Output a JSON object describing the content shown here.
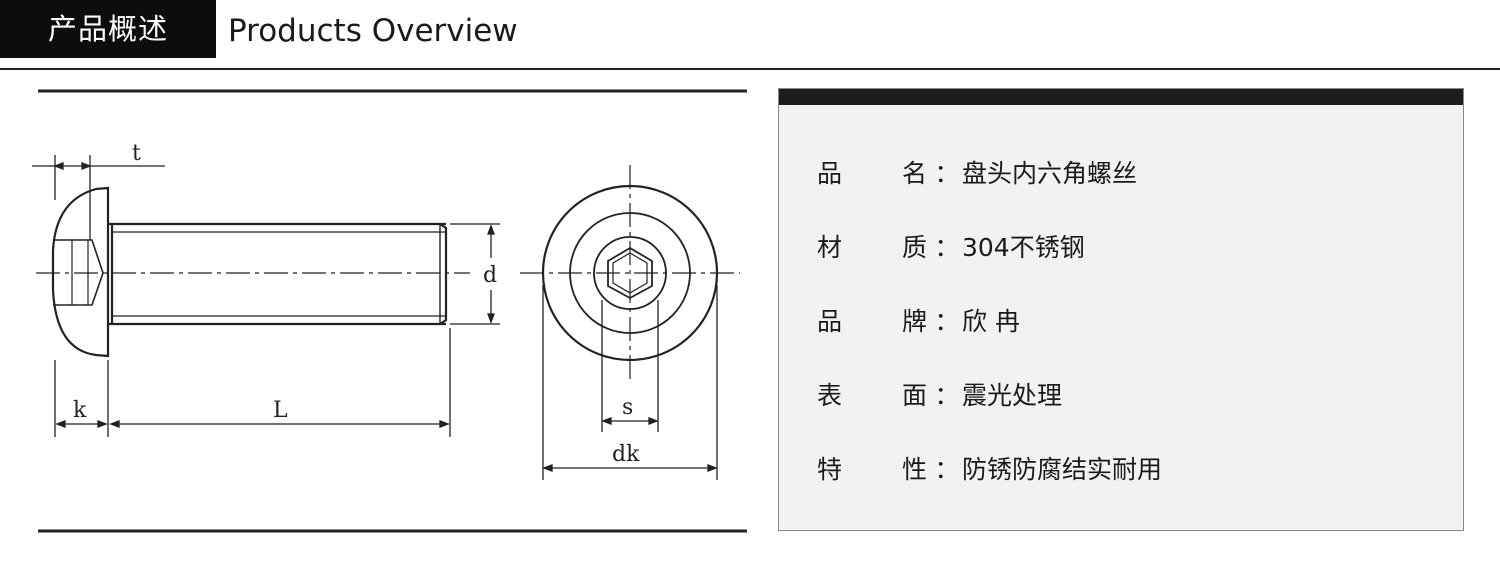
{
  "header": {
    "title_cn": "产品概述",
    "title_en": "Products Overview"
  },
  "diagram": {
    "labels": {
      "t": "t",
      "d": "d",
      "k": "k",
      "L": "L",
      "s": "s",
      "dk": "dk"
    }
  },
  "specs": [
    {
      "k1": "品",
      "k2": "名",
      "sep": "：",
      "value": "盘头内六角螺丝"
    },
    {
      "k1": "材",
      "k2": "质",
      "sep": "：",
      "value": "304不锈钢"
    },
    {
      "k1": "品",
      "k2": "牌",
      "sep": "：",
      "value": "欣 冉"
    },
    {
      "k1": "表",
      "k2": "面",
      "sep": "：",
      "value": "震光处理"
    },
    {
      "k1": "特",
      "k2": "性",
      "sep": "：",
      "value": "防锈防腐结实耐用"
    }
  ],
  "colors": {
    "header_bg": "#0d0d0d",
    "panel_bg": "#f2f2f2",
    "panel_bar": "#1c1c1c"
  }
}
